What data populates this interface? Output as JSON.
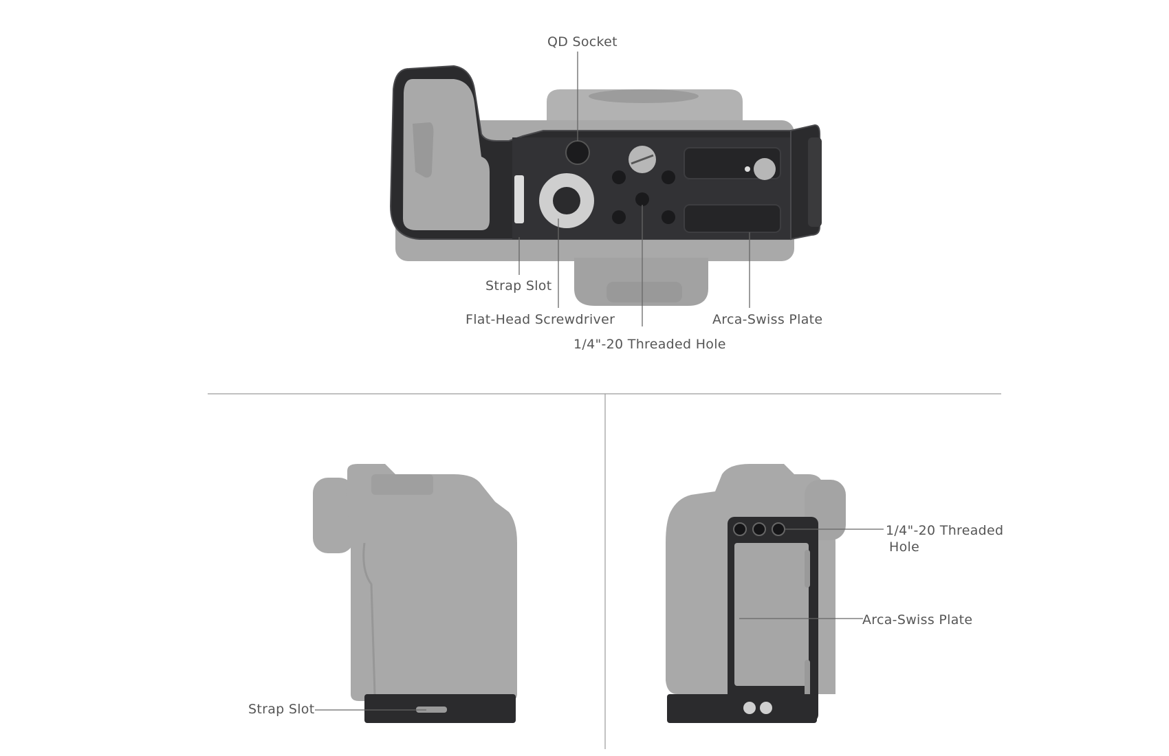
{
  "colors": {
    "background": "#ffffff",
    "camera_gray": "#a9a9a9",
    "camera_gray_dark": "#8f8f8f",
    "cage_black": "#2b2b2d",
    "cage_edge": "#4a4a4d",
    "leader_line": "#666666",
    "divider": "#9a9a9a",
    "text": "#555555"
  },
  "views": {
    "bottom": {
      "labels": {
        "qd_socket": "QD Socket",
        "strap_slot": "Strap Slot",
        "flat_head_screwdriver": "Flat-Head Screwdriver",
        "threaded_hole": "1/4\"-20 Threaded Hole",
        "arca_swiss_plate": "Arca-Swiss Plate"
      }
    },
    "side_left": {
      "labels": {
        "strap_slot": "Strap Slot"
      }
    },
    "side_right": {
      "labels": {
        "threaded_hole_line1": "1/4\"-20 Threaded",
        "threaded_hole_line2": "Hole",
        "arca_swiss_plate": "Arca-Swiss Plate"
      }
    }
  }
}
